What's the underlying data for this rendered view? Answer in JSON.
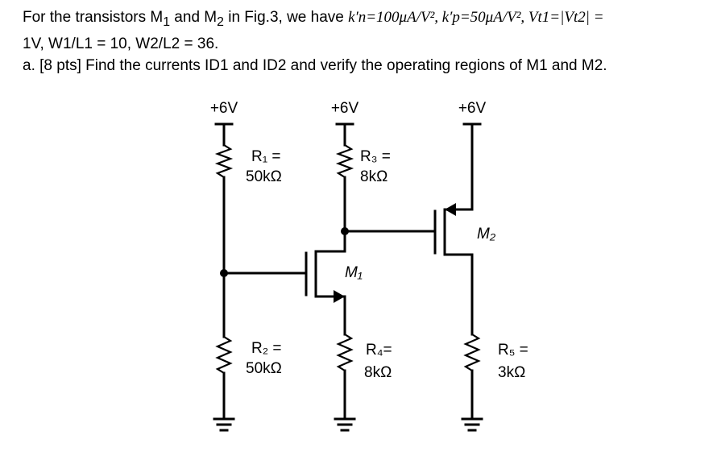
{
  "problem": {
    "line1_prefix": "For the transistors M",
    "line1_sub1": "1",
    "line1_and": " and M",
    "line1_sub2": "2",
    "line1_fig": " in Fig.3, we have ",
    "kn": "k′n=100μA/V², k′p=50μA/V², Vt1=|Vt2| =",
    "line2": "1V, W1/L1 = 10, W2/L2 = 36.",
    "part_a": "a. [8 pts] Find the currents ID1 and ID2 and verify the operating regions of M1 and M2."
  },
  "circuit": {
    "supply_1": "+6V",
    "supply_2": "+6V",
    "supply_3": "+6V",
    "r1_name": "R₁ =",
    "r1_value": "50kΩ",
    "r2_name": "R₂ =",
    "r2_value": "50kΩ",
    "r3_name": "R₃ =",
    "r3_value": "8kΩ",
    "r4_name": "R₄=",
    "r4_value": "8kΩ",
    "r5_name": "R₅ =",
    "r5_value": "3kΩ",
    "m1_label": "M₁",
    "m2_label": "M₂"
  }
}
